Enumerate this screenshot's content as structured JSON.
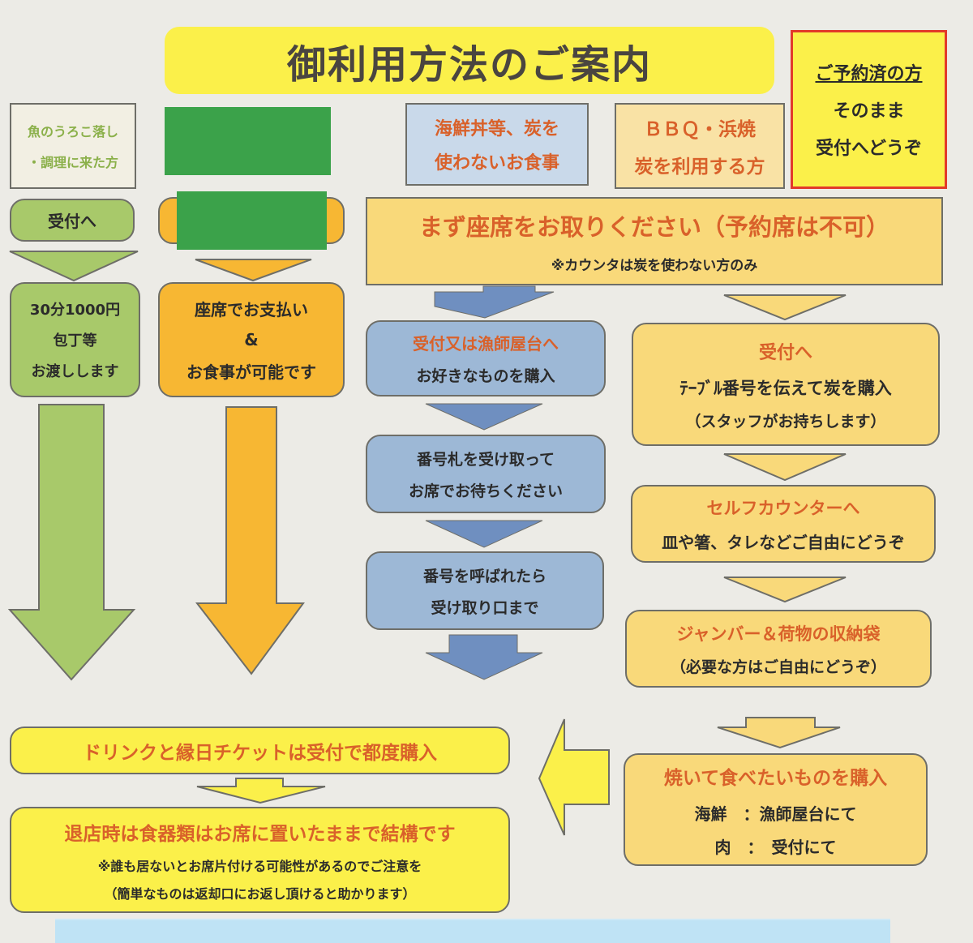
{
  "title": "御利用方法のご案内",
  "reserved": {
    "heading": "ご予約済の方",
    "line1": "そのまま",
    "line2": "受付へどうぞ"
  },
  "col_green": {
    "header": [
      "魚のうろこ落し",
      "・調理に来た方"
    ],
    "step": "受付へ",
    "info": [
      "30分1000円",
      "包丁等",
      "お渡しします"
    ]
  },
  "col_orange": {
    "info": [
      "座席でお支払い",
      "&",
      "お食事が可能です"
    ]
  },
  "col_blue": {
    "header": [
      "海鮮丼等、炭を",
      "使わないお食事"
    ],
    "step1": {
      "title": "受付又は漁師屋台へ",
      "sub": "お好きなものを購入"
    },
    "step2": [
      "番号札を受け取って",
      "お席でお待ちください"
    ],
    "step3": [
      "番号を呼ばれたら",
      "受け取り口まで"
    ]
  },
  "col_bbq": {
    "header": [
      "ＢＢＱ・浜焼",
      "炭を利用する方"
    ],
    "step1": {
      "title": "受付へ",
      "sub1": "ﾃｰﾌﾞﾙ番号を伝えて炭を購入",
      "sub2": "（スタッフがお持ちします）"
    },
    "step2": {
      "title": "セルフカウンターへ",
      "sub": "皿や箸、タレなどご自由にどうぞ"
    },
    "step3": {
      "title": "ジャンバー＆荷物の収納袋",
      "sub": "（必要な方はご自由にどうぞ）"
    },
    "step4": {
      "title": "焼いて食べたいものを購入",
      "row1": "海鮮　：漁師屋台にて",
      "row2": "肉　：　受付にて"
    }
  },
  "seat_banner": {
    "title": "まず座席をお取りください（予約席は不可）",
    "note": "※カウンタは炭を使わない方のみ"
  },
  "drink_banner": "ドリンクと縁日チケットは受付で都度購入",
  "exit_banner": {
    "title": "退店時は食器類はお席に置いたままで結構です",
    "note1": "※誰も居ないとお席片付ける可能性があるのでご注意を",
    "note2": "（簡単なものは返却口にお返し頂けると助かります）"
  },
  "colors": {
    "green": "#a8c96a",
    "orange": "#f7b733",
    "blue": "#9db8d6",
    "pale_orange": "#f9d97a",
    "yellow": "#fbf04a",
    "title_text": "#d9612a"
  }
}
